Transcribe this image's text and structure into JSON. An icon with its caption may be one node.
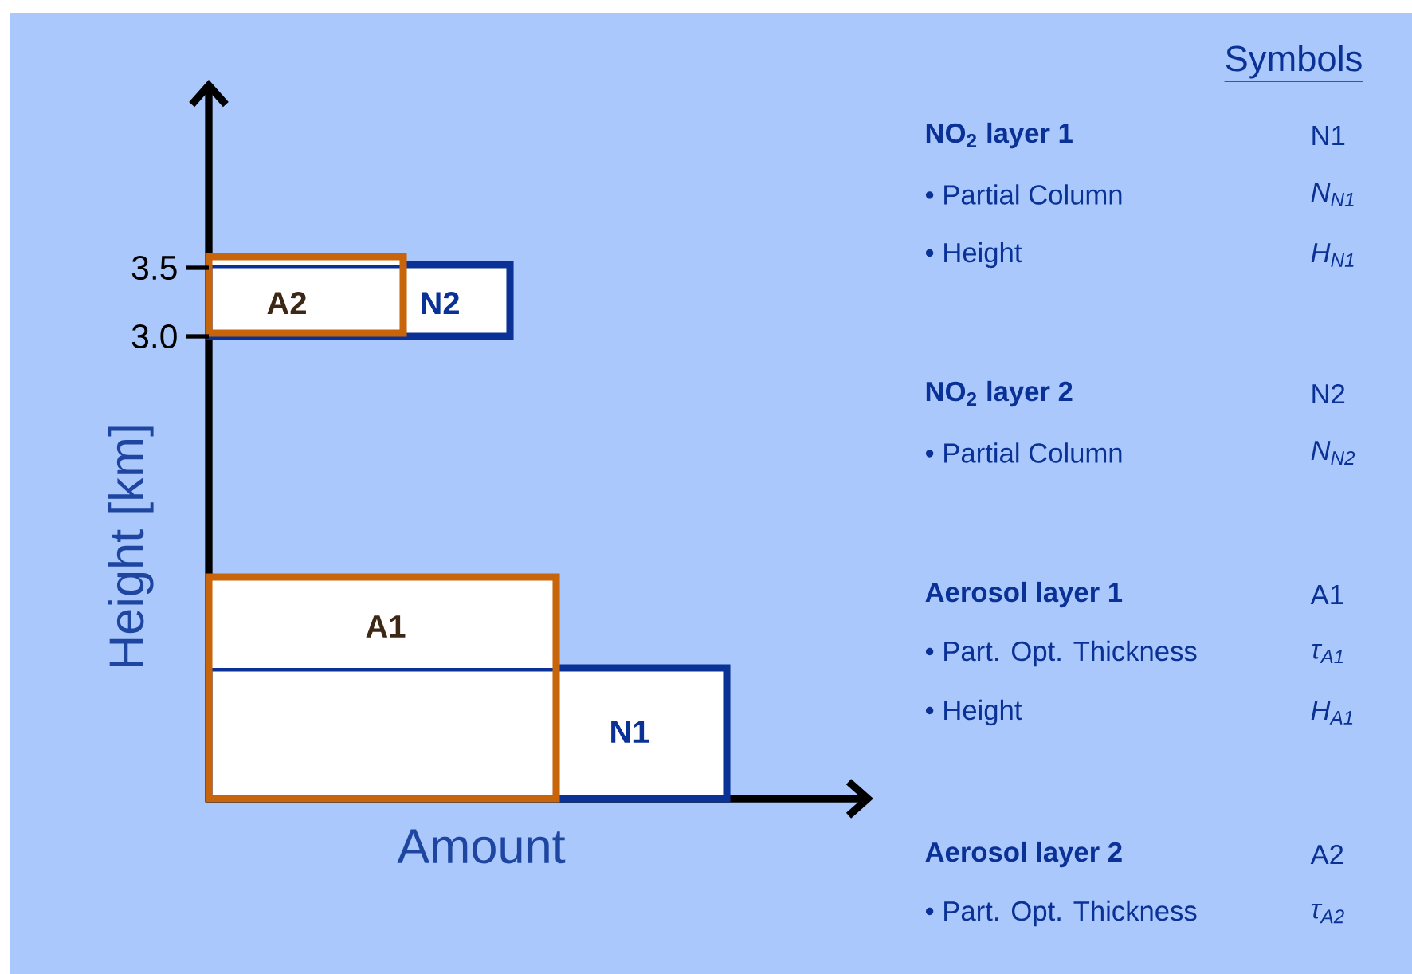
{
  "diagram": {
    "nodes": [
      {
        "text": [
          "A2"
        ]
      },
      {
        "text": [
          "N2"
        ]
      },
      {
        "text": [
          "A1"
        ]
      },
      {
        "text": [
          "N1"
        ]
      }
    ],
    "labels": [
      "Symbols",
      "NO$_{2}$ layer 1",
      "N1",
      "• Partial Column",
      "N$_{N1}$",
      "• Height",
      "H$_{N1}$",
      "3.5",
      "3.0",
      "NO$_{2}$ layer 2",
      "N2",
      "• Partial Column",
      "N$_{N2}$",
      "Height [km]",
      "Aerosol layer 1",
      "A1",
      "• Part. Opt. Thickness",
      "τ$_{A1}$",
      "• Height",
      "H$_{A1}$",
      "Amount",
      "Aerosol layer 2",
      "A2",
      "• Part. Opt. Thickness",
      "τ$_{A2}$"
    ]
  }
}
